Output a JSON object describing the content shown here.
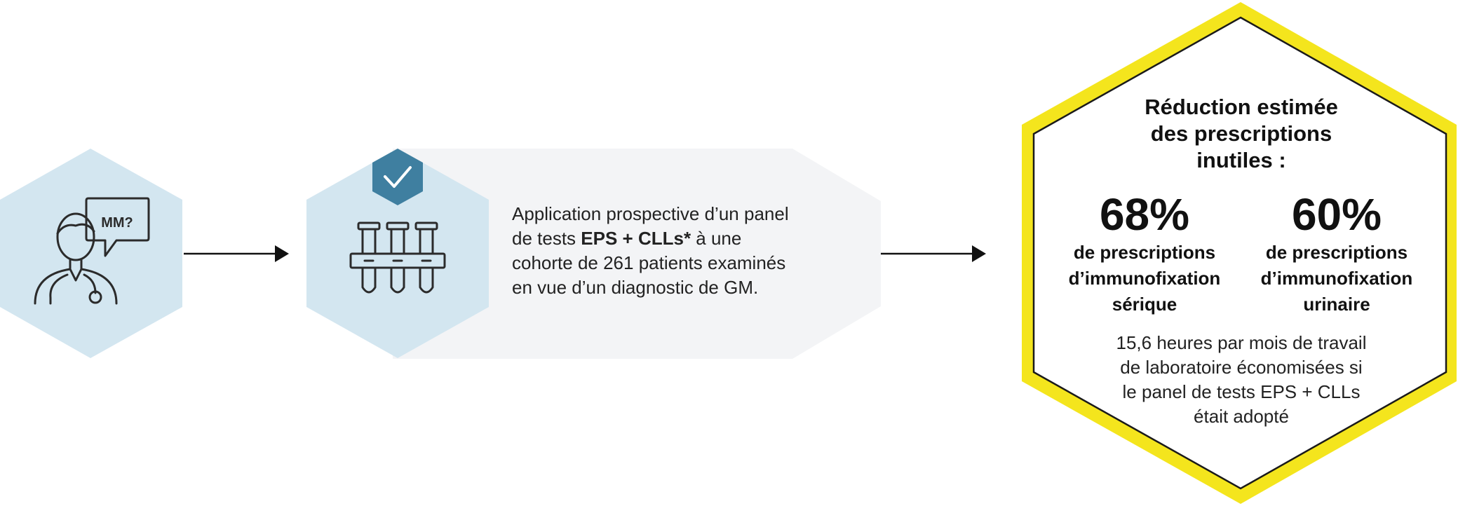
{
  "step1": {
    "bubble_label": "MM?"
  },
  "step2": {
    "text_part1": "Application prospective d’un panel de tests ",
    "text_bold": "EPS + CLLs*",
    "text_part2": " à une cohorte de 261 patients examinés en vue d’un diagnostic de GM."
  },
  "result": {
    "title": "Réduction estimée\ndes prescriptions\ninutiles :",
    "stats": [
      {
        "value": "68%",
        "description": "de prescriptions\nd’immunofixation\nsérique"
      },
      {
        "value": "60%",
        "description": "de prescriptions\nd’immunofixation\nurinaire"
      }
    ],
    "footer": "15,6 heures par mois de travail\nde laboratoire économisées si\nle panel de tests EPS + CLLs\nétait adopté"
  },
  "colors": {
    "hex_fill": "#d3e6f0",
    "panel_fill": "#f3f4f6",
    "badge": "#3f7fa0",
    "accent_yellow": "#f4e51d",
    "icon_stroke": "#2b2b2b"
  }
}
